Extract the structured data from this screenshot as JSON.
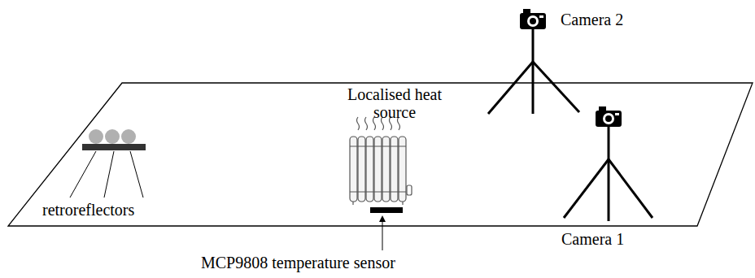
{
  "diagram": {
    "labels": [
      "Camera 2",
      "Localised heat source",
      "retroreflectors",
      "Camera 1",
      "MCP9808 temperature sensor"
    ]
  }
}
